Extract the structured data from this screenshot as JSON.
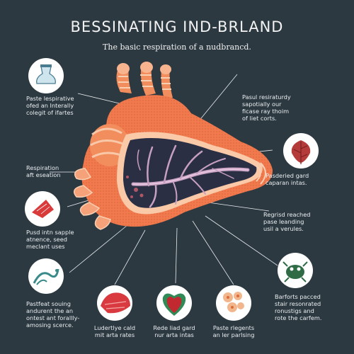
{
  "title": "BESSINATING IND-BRLAND",
  "subtitle": "The basic respiration of a nudbrancd.",
  "labels": {
    "top_left": "Paste lespirative\nofed an Interally\ncolegit of ifartes",
    "top_right": "Pasul resiraturdy\nsapotially our\nficase ray thoim\nof liet corts.",
    "mid_left": "Respiration\naft eseation",
    "mid_right": "Pasderied gard\ncaparan intas.",
    "left_lower": "Pusd intn sapple\natnence, seed\nmeclant uses",
    "right_lower": "Regrisd reached\npase leanding\nusil a verules.",
    "bottom_far_left": "Pastfeat souing\nandurent the an\nontest ant forallly-\namosing scerce.",
    "bottom_left": "Ludertlye cald\nmit arta rates",
    "bottom_mid": "Rede liad gard\nnur arta intas",
    "bottom_right": "Paste rlegents\nan ler parlsing",
    "bottom_far_right": "Barforts pacced\nstair resonrated\nronustigs and\nrote the carfem."
  },
  "icons": [
    "flask-icon",
    "leaf-icon",
    "gill-icon",
    "worm-icon",
    "tissue-icon",
    "heart-icon",
    "cells-icon",
    "creature-icon"
  ],
  "colors": {
    "background": "#2c3941",
    "body": "#f07a4e",
    "body_light": "#f7b48e",
    "cavity": "#2b2f44",
    "vessel": "#c7a0c2"
  }
}
